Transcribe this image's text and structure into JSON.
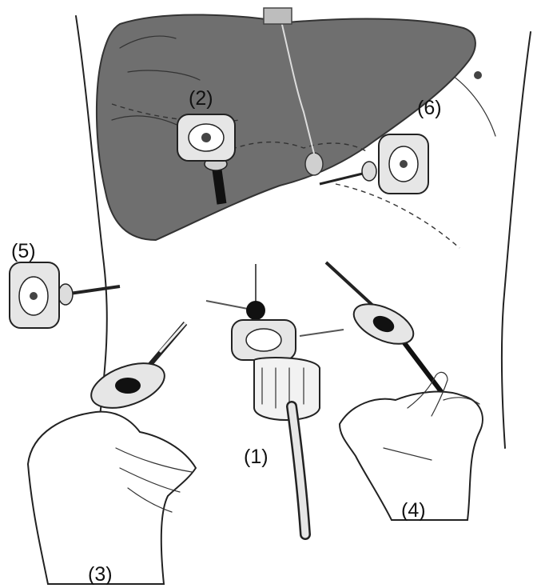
{
  "figure": {
    "labels": {
      "camera_port": "(1)",
      "liver_retractor_port": "(2)",
      "left_hand_port": "(3)",
      "right_hand_port": "(4)",
      "assistant_port_left": "(5)",
      "assistant_port_right": "(6)"
    },
    "colors": {
      "liver_fill": "#6f6f6f",
      "liver_shadow": "#4f4f4f",
      "glove_fill": "#ffffff",
      "trocar_fill": "#e6e6e6",
      "ink": "#222222"
    }
  }
}
